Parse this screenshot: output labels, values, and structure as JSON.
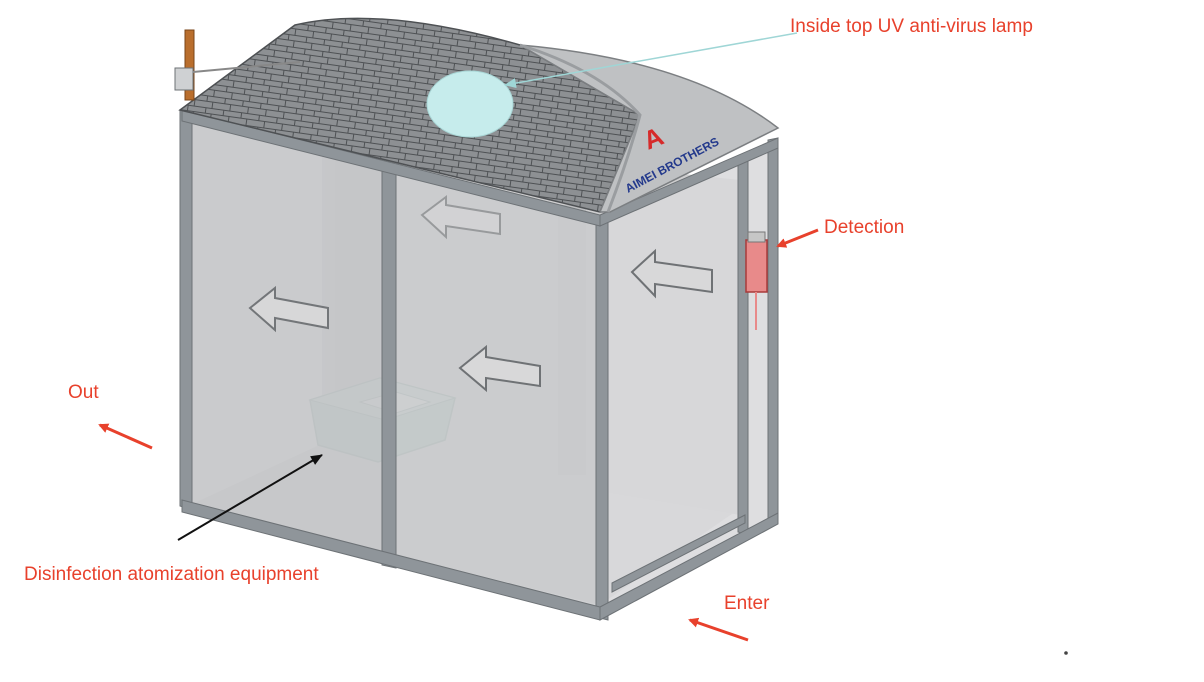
{
  "labels": {
    "uv_lamp": "Inside top UV anti-virus lamp",
    "detection": "Detection",
    "out": "Out",
    "enter": "Enter",
    "atomizer": "Disinfection atomization equipment"
  },
  "brand": {
    "logo_letter": "A",
    "name": "AIMEI BROTHERS"
  },
  "colors": {
    "label_red": "#e8412c",
    "frame": "#8f959a",
    "glass": "#c9cacc",
    "roof": "#8a8d90",
    "uv_lamp": "#c6ecec",
    "atomizer": "#8fbfb0",
    "brand_blue": "#243a8c",
    "logo_red": "#d62b2b"
  }
}
